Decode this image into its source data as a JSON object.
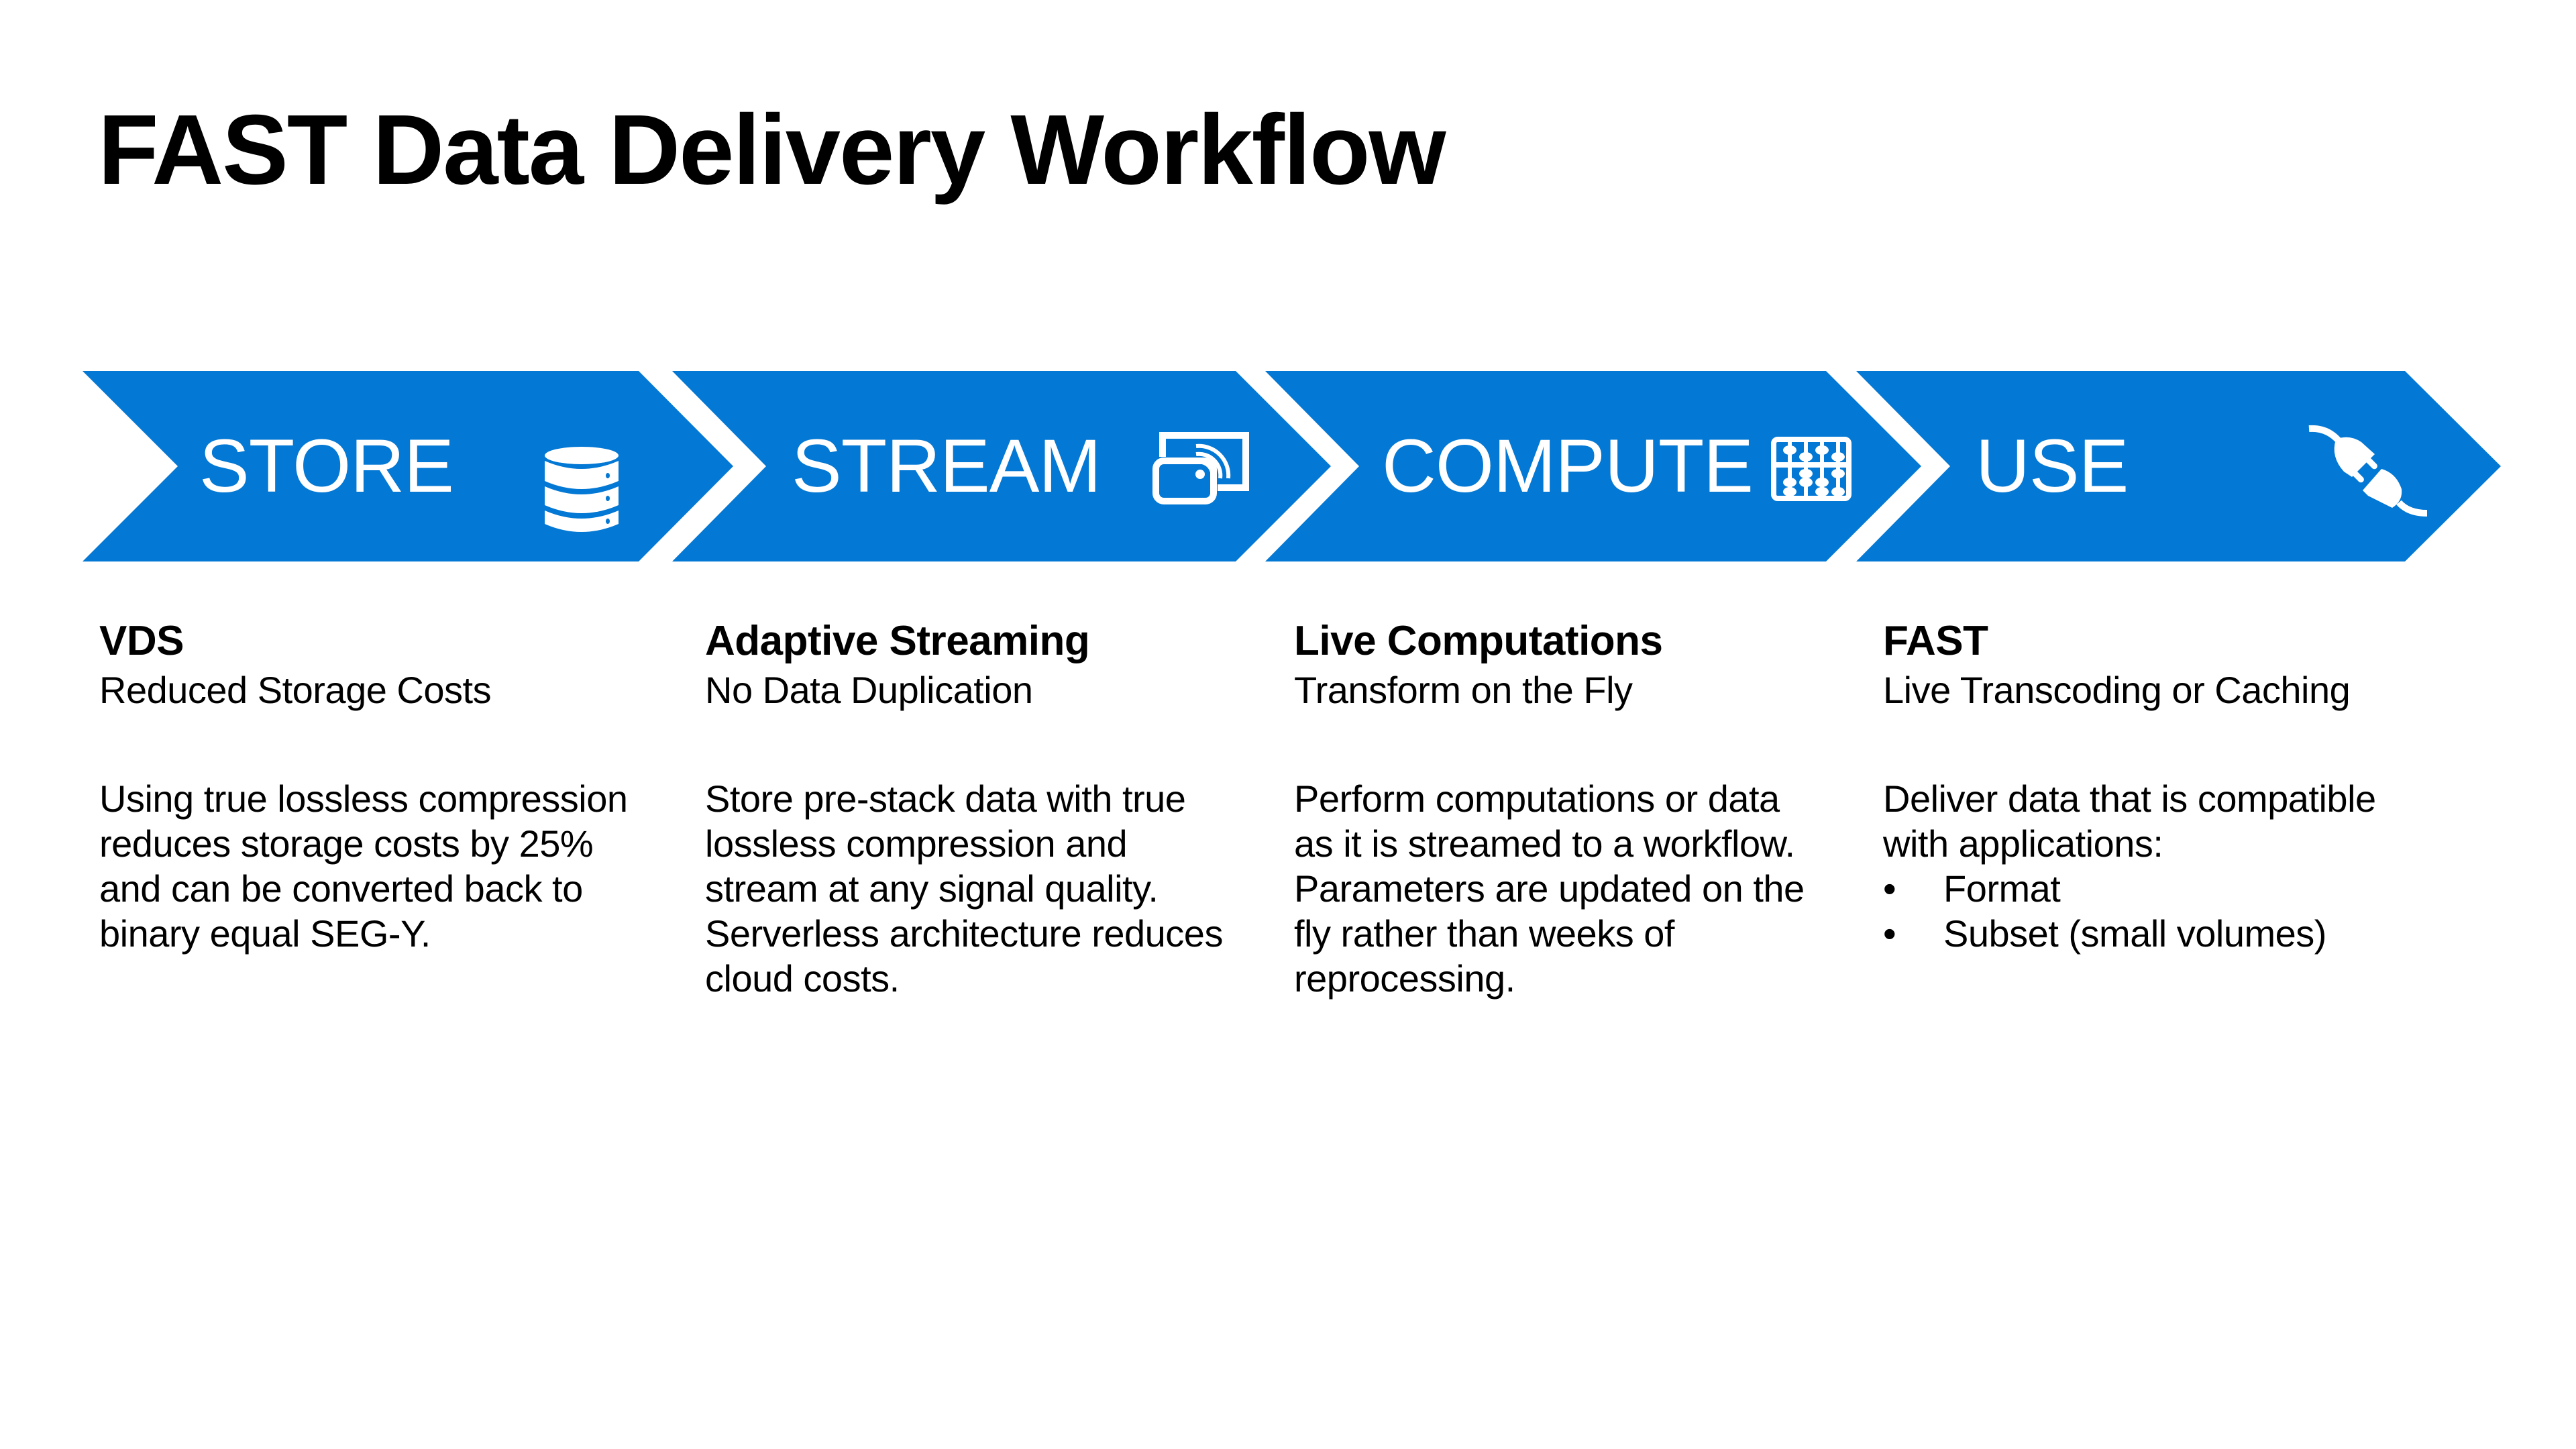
{
  "title": "FAST Data Delivery Workflow",
  "accent_color": "#0378d4",
  "steps": [
    {
      "label": "STORE",
      "icon": "database-icon",
      "heading": "VDS",
      "subheading": "Reduced Storage Costs",
      "body": "Using true lossless compression reduces storage costs by 25% and can be converted back to binary equal SEG-Y."
    },
    {
      "label": "STREAM",
      "icon": "screen-cast-icon",
      "heading": "Adaptive Streaming",
      "subheading": "No Data Duplication",
      "body": "Store pre-stack data with true lossless compression and stream at any signal quality. Serverless architecture reduces cloud costs."
    },
    {
      "label": "COMPUTE",
      "icon": "abacus-icon",
      "heading": "Live Computations",
      "subheading": "Transform on the Fly",
      "body": "Perform computations or data as it is streamed to a workflow. Parameters are updated on the fly rather than weeks of reprocessing."
    },
    {
      "label": "USE",
      "icon": "plug-icon",
      "heading": "FAST",
      "subheading": "Live Transcoding or Caching",
      "body": "Deliver data that is compatible with applications:",
      "bullet_char": "•",
      "bullets": [
        "Format",
        "Subset (small volumes)"
      ]
    }
  ]
}
